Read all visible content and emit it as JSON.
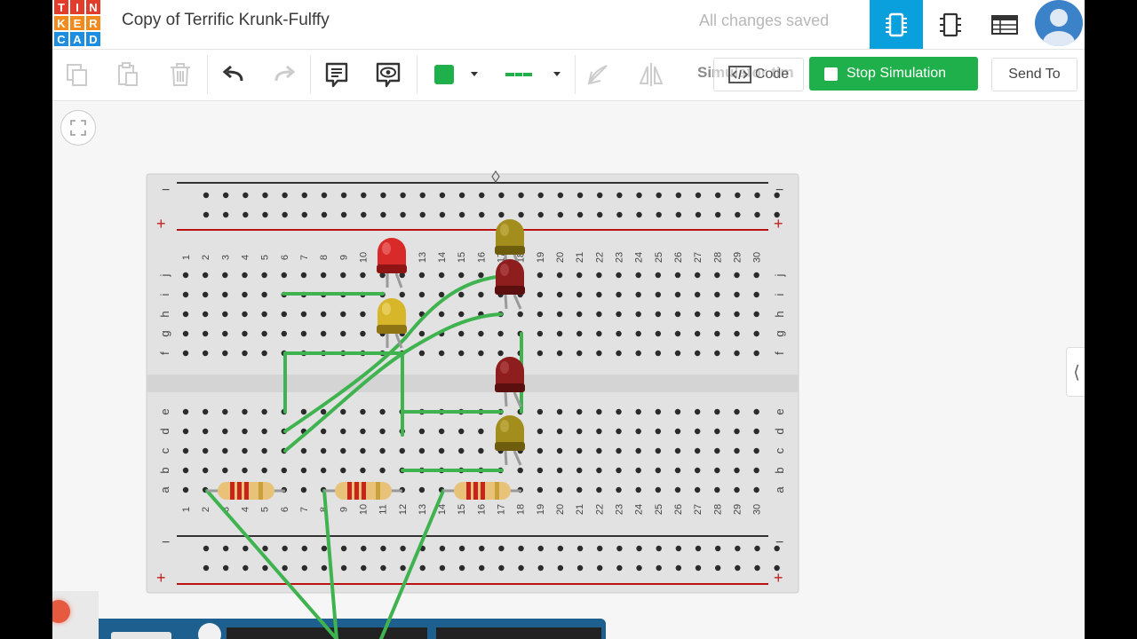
{
  "logo": {
    "letters": [
      "T",
      "I",
      "N",
      "K",
      "E",
      "R",
      "C",
      "A",
      "D"
    ],
    "colors": [
      "#e23d2b",
      "#e23d2b",
      "#e23d2b",
      "#f28a1e",
      "#f28a1e",
      "#f28a1e",
      "#1c8de0",
      "#1c8de0",
      "#1c8de0"
    ]
  },
  "header": {
    "title": "Copy of Terrific Krunk-Fulffy",
    "save_status": "All changes saved"
  },
  "toolbar": {
    "ghost_text": "Simulator tim",
    "code_label": "Code",
    "stop_label": "Stop Simulation",
    "send_label": "Send To",
    "fill_color": "#20b04b",
    "line_color": "#20b04b"
  },
  "breadboard": {
    "columns": [
      "1",
      "2",
      "3",
      "4",
      "5",
      "6",
      "7",
      "8",
      "9",
      "10",
      "11",
      "12",
      "13",
      "14",
      "15",
      "16",
      "17",
      "18",
      "19",
      "20",
      "21",
      "22",
      "23",
      "24",
      "25",
      "26",
      "27",
      "28",
      "29",
      "30"
    ],
    "top_rows": [
      "j",
      "i",
      "h",
      "g",
      "f"
    ],
    "bottom_rows": [
      "e",
      "d",
      "c",
      "b",
      "a"
    ],
    "rail_minus": "−",
    "rail_plus": "+"
  },
  "components": {
    "leds": [
      "red",
      "yellow",
      "yellow",
      "red",
      "red",
      "yellow"
    ],
    "resistors": 3,
    "wire_color": "#3fb34f"
  }
}
